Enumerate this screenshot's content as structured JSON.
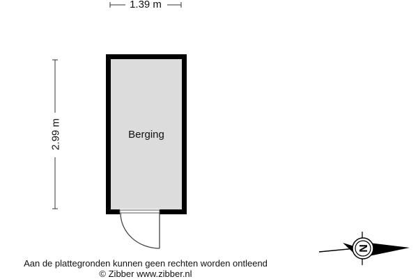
{
  "dimensions": {
    "width": "1.39 m",
    "height": "2.99 m"
  },
  "rooms": [
    {
      "name": "Berging"
    }
  ],
  "compass": {
    "label": "N"
  },
  "footer": {
    "disclaimer": "Aan de plattegronden kunnen geen rechten worden ontleend",
    "copyright": "© Zibber www.zibber.nl"
  }
}
